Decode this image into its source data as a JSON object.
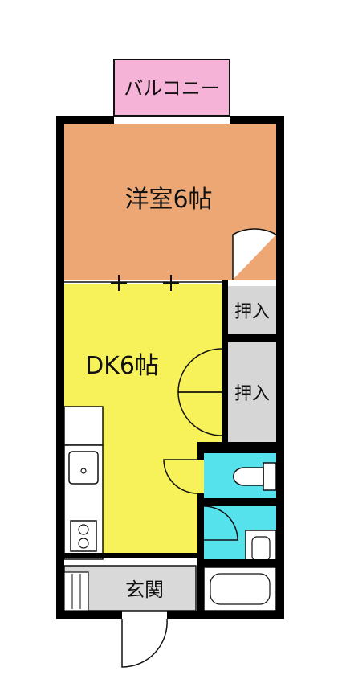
{
  "rooms": {
    "balcony": {
      "label": "バルコニー",
      "color": "#f6b3d8"
    },
    "western_room": {
      "label": "洋室6帖",
      "color": "#eda775"
    },
    "dk": {
      "label": "DK6帖",
      "color": "#f8f25a"
    },
    "closet_small": {
      "label": "押入",
      "color": "#d6d6d6"
    },
    "closet_large": {
      "label": "押入",
      "color": "#d6d6d6"
    },
    "entrance": {
      "label": "玄関",
      "color": "#d9d9d9"
    },
    "toilet": {
      "color": "#55e2ec"
    },
    "washroom": {
      "color": "#55e2ec"
    }
  },
  "colors": {
    "wall": "#000000",
    "fixture": "#ffffff",
    "line": "#111111"
  }
}
